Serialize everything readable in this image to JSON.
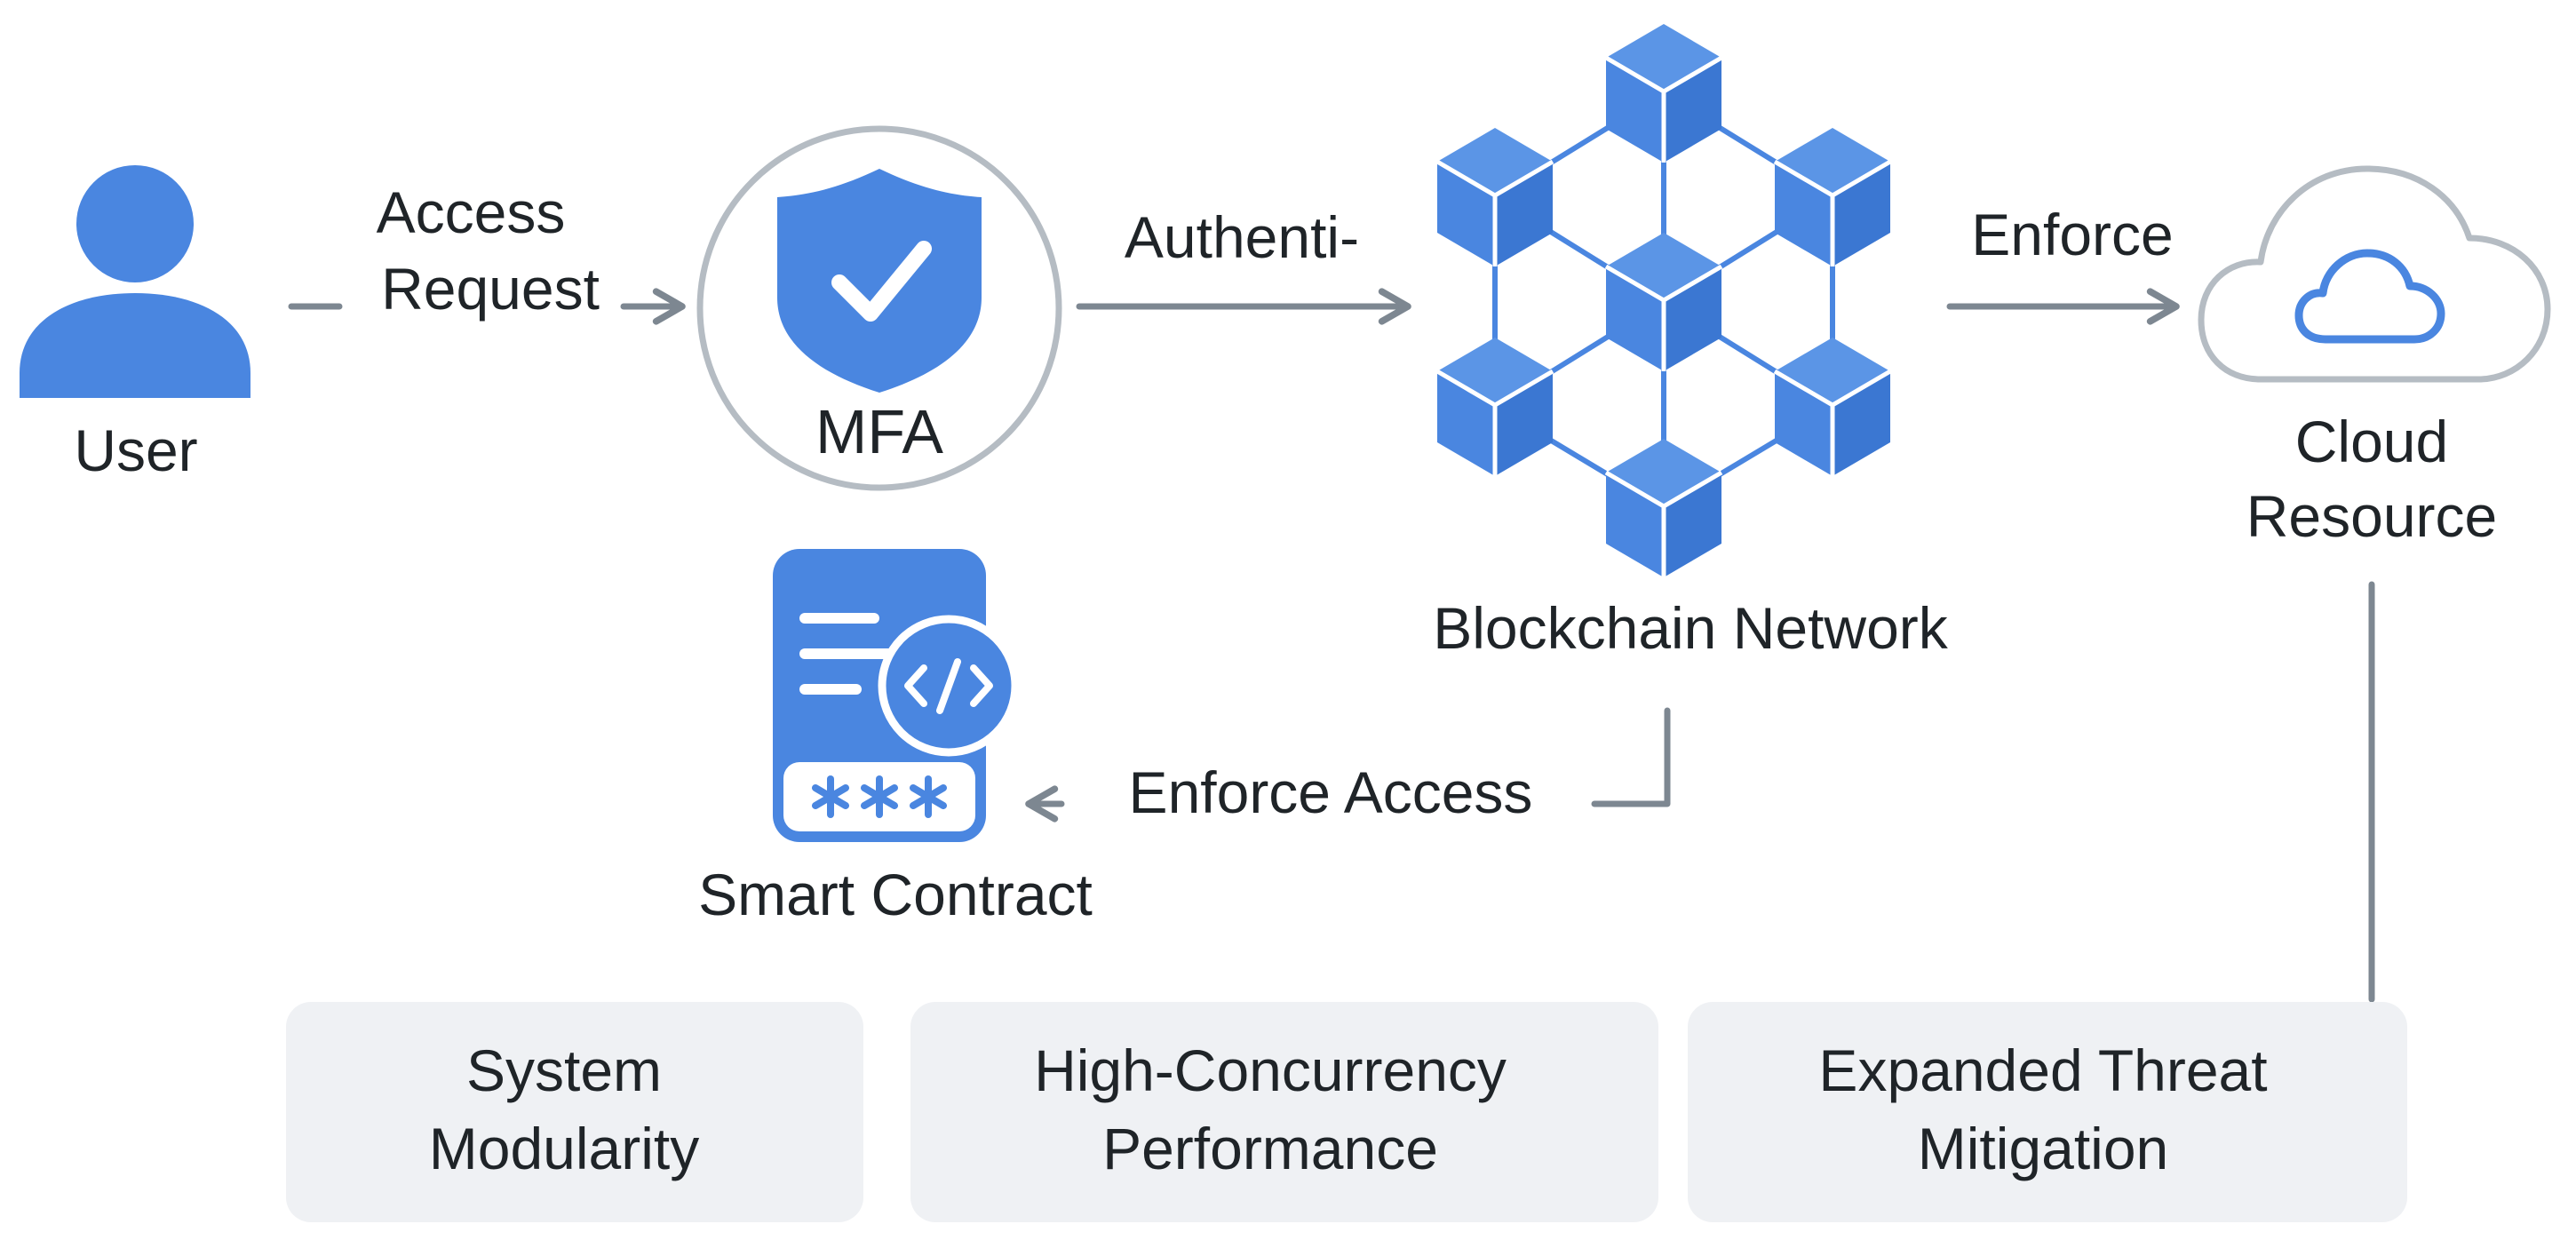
{
  "nodes": {
    "user": {
      "label": "User",
      "icon": "user-icon"
    },
    "mfa": {
      "label": "MFA",
      "icon": "shield-check-icon"
    },
    "blockchain": {
      "label": "Blockchain Network",
      "icon": "blockchain-cubes-icon"
    },
    "cloud": {
      "label_line1": "Cloud",
      "label_line2": "Resource",
      "icon": "cloud-icon"
    },
    "smart_contract": {
      "label": "Smart Contract",
      "icon": "smart-contract-document-icon"
    }
  },
  "edges": {
    "access_request": {
      "line1": "Access",
      "line2": "Request"
    },
    "authenticate": {
      "label": "Authenti-"
    },
    "enforce": {
      "label": "Enforce"
    },
    "enforce_access": {
      "label": "Enforce Access"
    }
  },
  "benefits": [
    {
      "line1": "System",
      "line2": "Modularity"
    },
    {
      "line1": "High-Concurrency",
      "line2": "Performance"
    },
    {
      "line1": "Expanded Threat",
      "line2": "Mitigation"
    }
  ],
  "colors": {
    "accent_blue": "#4a86e0",
    "arrow_gray": "#7d8791",
    "circle_gray": "#b5bcc3",
    "box_fill": "#eff1f4",
    "text": "#1f2428"
  }
}
